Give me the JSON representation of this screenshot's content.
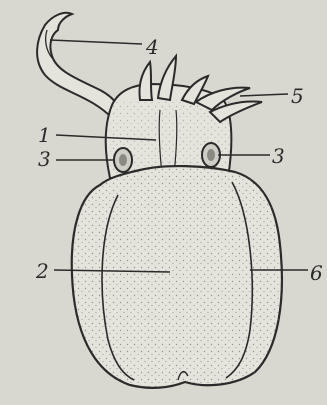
{
  "figure": {
    "labels": {
      "one": "1",
      "two": "2",
      "three_left": "3",
      "three_right": "3",
      "four": "4",
      "five": "5",
      "six": "6"
    },
    "colors": {
      "background": "#d8d8d1",
      "ink": "#2a2a2a",
      "body_fill": "#e4e3dc"
    }
  }
}
